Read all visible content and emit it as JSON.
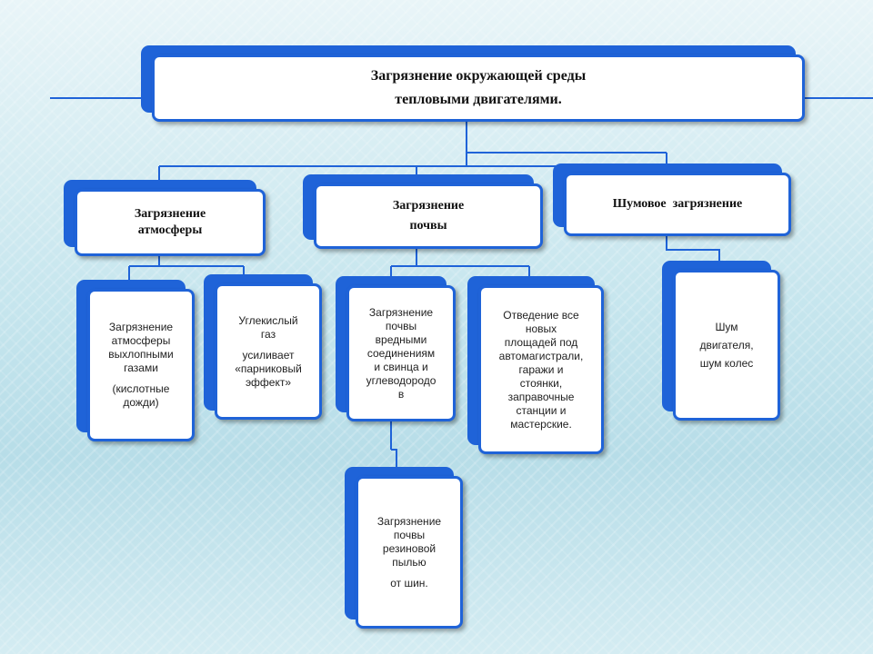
{
  "title": {
    "line1": "Загрязнение окружающей среды",
    "line2": "тепловыми двигателями."
  },
  "categories": {
    "atmosphere": {
      "line1": "Загрязнение",
      "line2": "атмосферы"
    },
    "soil": {
      "line1": "Загрязнение",
      "line2": "почвы"
    },
    "noise": {
      "line1": "Шумовое  загрязнение"
    }
  },
  "details": {
    "exhaust": {
      "lines": [
        "Загрязнение",
        "атмосферы",
        "выхлопными",
        "газами"
      ],
      "extra": [
        "(кислотные",
        "дожди)"
      ]
    },
    "co2": {
      "lines": [
        "Углекислый",
        "газ"
      ],
      "extra": [
        "усиливает",
        "«парниковый",
        "эффект»"
      ]
    },
    "harmful": {
      "lines": [
        "Загрязнение",
        "почвы",
        "вредными",
        "соединениям",
        "и свинца и",
        "углеводородо",
        "в"
      ]
    },
    "areas": {
      "lines": [
        "Отведение все",
        "новых",
        "площадей под",
        "автомагистрали,",
        "гаражи и",
        "стоянки,",
        "заправочные",
        "станции и",
        "мастерские."
      ]
    },
    "rubber": {
      "lines": [
        "Загрязнение",
        "почвы",
        "резиновой",
        "пылью"
      ],
      "extra": [
        "от шин."
      ]
    },
    "noise_detail": {
      "lines": [
        "Шум",
        "двигателя,",
        "шум колес"
      ]
    }
  },
  "colors": {
    "box_border": "#1f63d8",
    "connector": "#1f63d8",
    "box_fill": "#ffffff"
  }
}
